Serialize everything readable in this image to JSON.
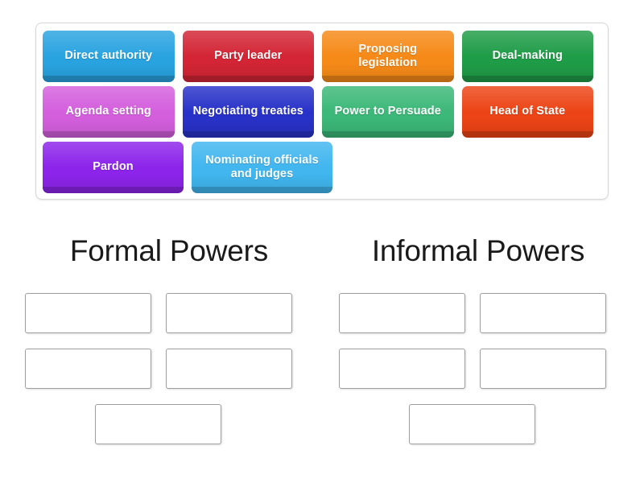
{
  "activity": {
    "type": "group-sort",
    "tile_bank": {
      "rows": [
        [
          {
            "label": "Direct authority",
            "color": "#29a3e0",
            "text_color": "#ffffff",
            "width": 175
          },
          {
            "label": "Party leader",
            "color": "#d32535",
            "text_color": "#ffffff",
            "width": 175
          },
          {
            "label": "Proposing legislation",
            "color": "#f68a18",
            "text_color": "#ffffff",
            "width": 175
          },
          {
            "label": "Deal-making",
            "color": "#1f9c47",
            "text_color": "#ffffff",
            "width": 175
          }
        ],
        [
          {
            "label": "Agenda setting",
            "color": "#d45fdd",
            "text_color": "#ffffff",
            "width": 175
          },
          {
            "label": "Negotiating treaties",
            "color": "#2832c8",
            "text_color": "#ffffff",
            "width": 175
          },
          {
            "label": "Power to Persuade",
            "color": "#3cb878",
            "text_color": "#ffffff",
            "width": 175
          },
          {
            "label": "Head of State",
            "color": "#ec4416",
            "text_color": "#ffffff",
            "width": 175
          }
        ],
        [
          {
            "label": "Pardon",
            "color": "#8c24ea",
            "text_color": "#ffffff",
            "width": 175
          },
          {
            "label": "Nominating officials and judges",
            "color": "#41b6ef",
            "text_color": "#ffffff",
            "width": 175
          }
        ]
      ]
    },
    "categories": [
      {
        "name": "formal",
        "heading": "Formal Powers",
        "dropzones": [
          "",
          "",
          "",
          "",
          ""
        ]
      },
      {
        "name": "informal",
        "heading": "Informal Powers",
        "dropzones": [
          "",
          "",
          "",
          "",
          ""
        ]
      }
    ]
  }
}
